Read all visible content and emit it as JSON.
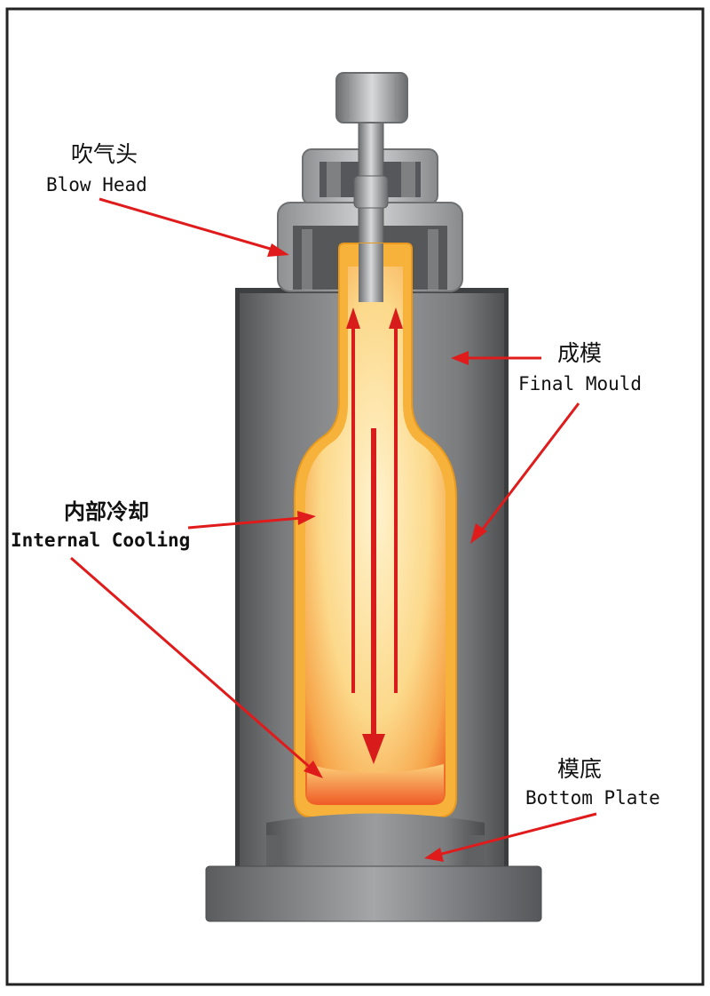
{
  "labels": {
    "blow_head": {
      "cn": "吹气头",
      "en": "Blow Head"
    },
    "final_mould": {
      "cn": "成模",
      "en": "Final Mould"
    },
    "internal_cooling": {
      "cn": "内部冷却",
      "en": "Internal Cooling"
    },
    "bottom_plate": {
      "cn": "模底",
      "en": "Bottom Plate"
    }
  },
  "colors": {
    "arrow": "#e01b1b",
    "mould_dark": "#5d5f61",
    "mould_light": "#9a9c9e",
    "glass_outer": "#f5b43a",
    "glass_inner": "#fde9b4"
  }
}
